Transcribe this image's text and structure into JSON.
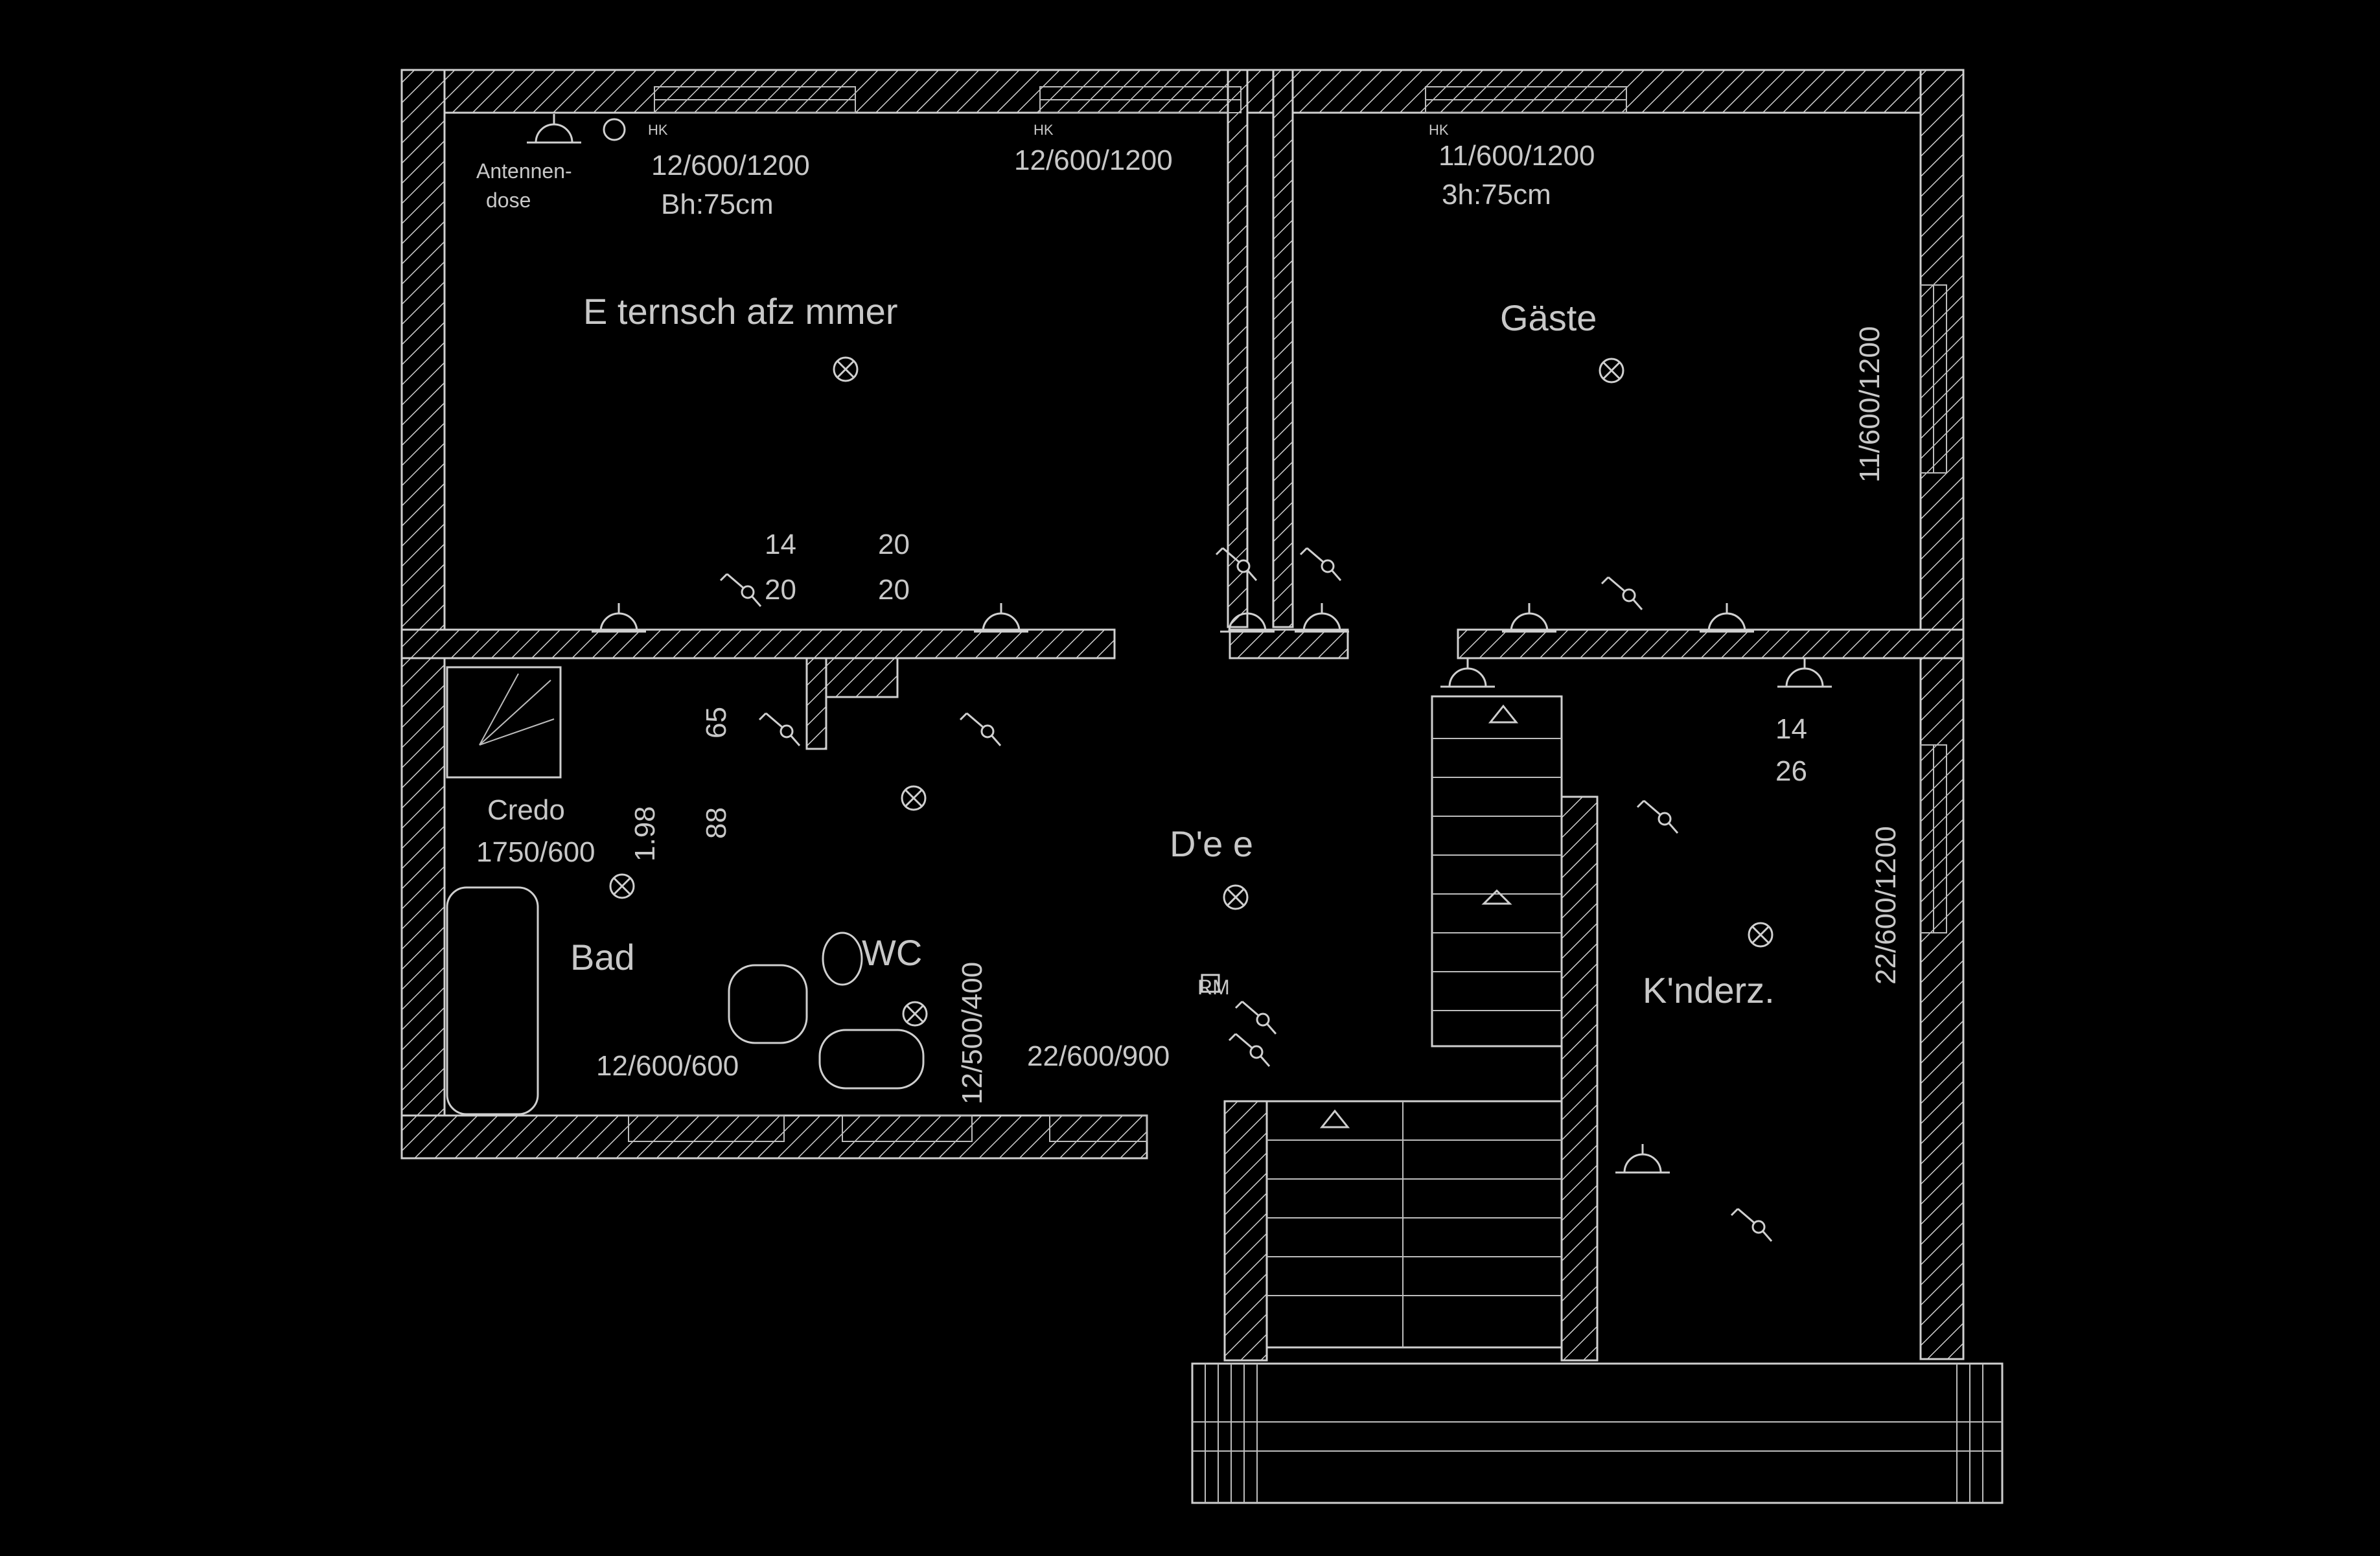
{
  "colors": {
    "background": "#000000",
    "lines": "#cfcfcf",
    "text": "#c8c8c8"
  },
  "icons": [
    "ceiling-light-icon",
    "switch-icon",
    "socket-icon",
    "radiator-icon",
    "antenna-icon",
    "smoke-detector-icon",
    "stair-arrow-icon"
  ],
  "rooms": {
    "elternschlaf": "E ternsch afz mmer",
    "gaeste": "Gäste",
    "diele": "D'e e",
    "bad": "Bad",
    "wc": "WC",
    "kinder": "K'nderz."
  },
  "labels": {
    "antenne": "Antennen-",
    "antenne2": "dose",
    "w1": "12/600/1200",
    "w1b": "Bh:75cm",
    "w2": "12/600/1200",
    "w3": "11/600/1200",
    "w3b": "3h:75cm",
    "w4": "11/600/1200",
    "door1a": "14",
    "door1b": "20",
    "door2a": "20",
    "door2b": "20",
    "door3a": "14",
    "door3b": "26",
    "credo": "Credo",
    "credo2": "1750/600",
    "d198": "1.98",
    "d65": "65",
    "d88": "88",
    "bad_rad": "12/600/600",
    "wc_rad": "12/500/400",
    "diele_rad": "22/600/900",
    "kinder_rad": "22/600/1200",
    "rm": "RM",
    "hk": "HK"
  }
}
